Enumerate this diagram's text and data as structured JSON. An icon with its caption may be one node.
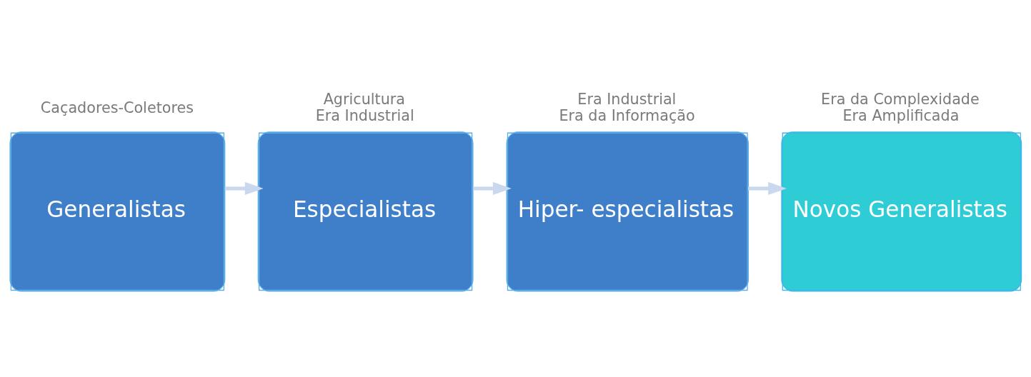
{
  "diagram": {
    "nodes": [
      {
        "text": [
          "Generalistas"
        ],
        "beside": [
          "Caçadores-Coletores"
        ]
      },
      {
        "text": [
          "Especialistas"
        ],
        "beside": [
          "Agricultura",
          "Era Industrial"
        ]
      },
      {
        "text": [
          "Hiper- especialistas"
        ],
        "beside": [
          "Era Industrial",
          "Era da Informação"
        ]
      },
      {
        "text": [
          "Novos Generalistas"
        ],
        "beside": [
          "Era da Complexidade",
          "Era Amplificada"
        ]
      }
    ],
    "edges": [
      {
        "from": 0,
        "to": 1,
        "arrow": "to"
      },
      {
        "from": 1,
        "to": 2,
        "arrow": "to"
      },
      {
        "from": 2,
        "to": 3,
        "arrow": "to"
      }
    ]
  }
}
